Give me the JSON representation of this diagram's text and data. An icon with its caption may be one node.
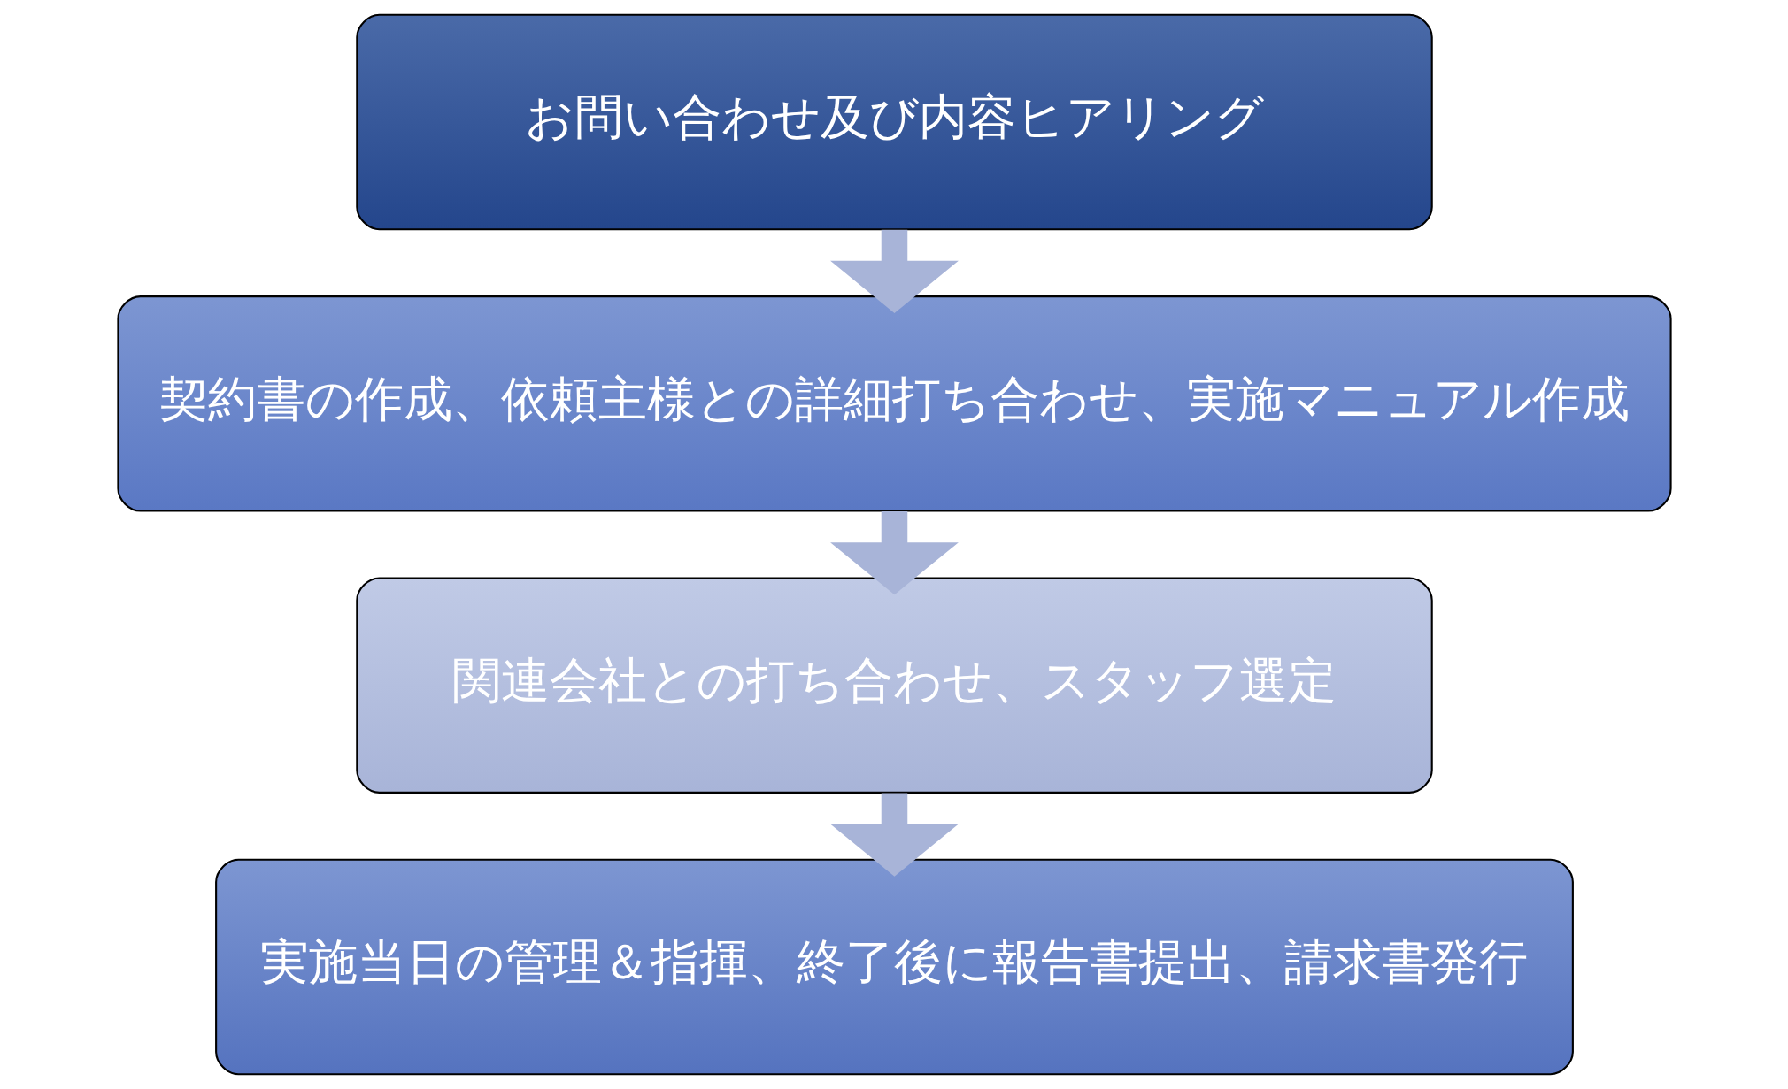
{
  "diagram": {
    "nodes": [
      {
        "text": [
          "お問い合わせ及び内容ヒアリング"
        ]
      },
      {
        "text": [
          "契約書の作成、依頼主様との詳細打ち合わせ、実施マニュアル作成"
        ]
      },
      {
        "text": [
          "関連会社との打ち合わせ、スタッフ選定"
        ]
      },
      {
        "text": [
          "実施当日の管理＆指揮、終了後に報告書提出、請求書発行"
        ]
      }
    ],
    "edges": [
      {
        "from": 0,
        "to": 1,
        "arrow": "to"
      },
      {
        "from": 1,
        "to": 2,
        "arrow": "to"
      },
      {
        "from": 2,
        "to": 3,
        "arrow": "to"
      }
    ]
  }
}
